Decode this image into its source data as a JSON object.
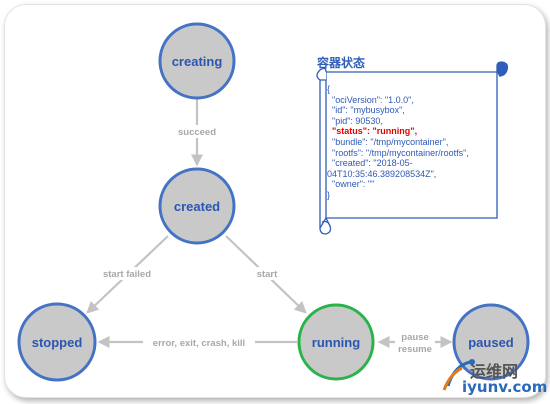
{
  "diagram": {
    "states": {
      "creating": "creating",
      "created": "created",
      "stopped": "stopped",
      "running": "running",
      "paused": "paused"
    },
    "transitions": {
      "succeed": "succeed",
      "start_failed": "start failed",
      "start": "start",
      "stop_reasons": "error, exit, crash, kill",
      "pause": "pause",
      "resume": "resume"
    }
  },
  "panel": {
    "title": "容器状态",
    "lines": [
      "{",
      "  \"ociVersion\": \"1.0.0\",",
      "  \"id\": \"mybusybox\",",
      "  \"pid\": 90530,",
      "  \"status\": \"running\",",
      "  \"bundle\": \"/tmp/mycontainer\",",
      "  \"rootfs\": \"/tmp/mycontainer/rootfs\",",
      "  \"created\": \"2018-05-",
      "04T10:35:46.389208534Z\",",
      "  \"owner\": \"\"",
      "}"
    ]
  },
  "watermark": {
    "cn": "运维网",
    "url": "iyunv.com"
  },
  "colors": {
    "node_fill": "#c9c9c9",
    "node_stroke": "#4472c4",
    "running_stroke": "#2bb34b",
    "label_blue": "#2a55b0",
    "edge_gray": "#c3c3c3",
    "status_red": "#e60000"
  }
}
